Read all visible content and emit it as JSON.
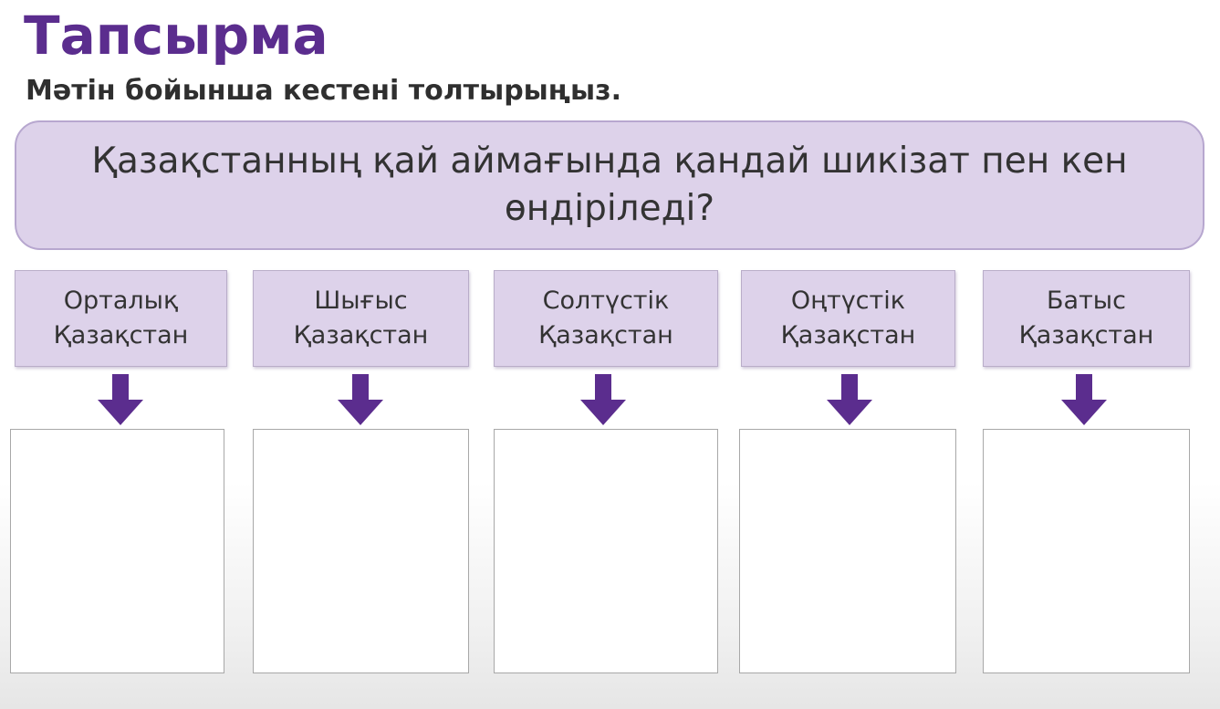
{
  "slide": {
    "title": "Тапсырма",
    "instruction": "Мәтін бойынша кестені толтырыңыз.",
    "question": "Қазақстанның қай аймағында қандай шикізат пен кен өндіріледі?",
    "regions": [
      {
        "label": "Орталық\nҚазақстан",
        "answer": ""
      },
      {
        "label": "Шығыс\nҚазақстан",
        "answer": ""
      },
      {
        "label": "Солтүстік\nҚазақстан",
        "answer": ""
      },
      {
        "label": "Оңтүстік\nҚазақстан",
        "answer": ""
      },
      {
        "label": "Батыс\nҚазақстан",
        "answer": ""
      }
    ]
  },
  "colors": {
    "title": "#5b2d8e",
    "box_fill": "#ddd2ea",
    "arrow": "#5b2d8e"
  },
  "icons": {
    "arrow": "arrow-down-icon"
  }
}
